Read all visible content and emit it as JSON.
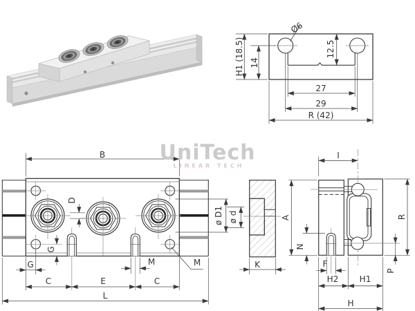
{
  "watermark": {
    "brand": "UniTech",
    "tagline": "LINEAR TECH"
  },
  "rail_section_view": {
    "dims": {
      "hole": "Ø6",
      "h1": "H1 (18.5)",
      "lip": "14",
      "depth": "12.5",
      "inner": "27",
      "centers": "29",
      "width": "R (42)"
    }
  },
  "front_view": {
    "dims": {
      "b": "B",
      "d": "D",
      "g_side": "G",
      "g_bottom": "G",
      "m_lube": "M",
      "m_hole": "M",
      "c_left": "C",
      "e": "E",
      "c_right": "C",
      "l": "L"
    }
  },
  "roller_view": {
    "dims": {
      "d1": "ø D1",
      "d": "ø d",
      "k": "K"
    }
  },
  "side_view": {
    "dims": {
      "i": "I",
      "a": "A",
      "n": "N",
      "f": "F",
      "h2": "H2",
      "h1": "H1",
      "h": "H",
      "r": "R",
      "p": "P"
    }
  }
}
